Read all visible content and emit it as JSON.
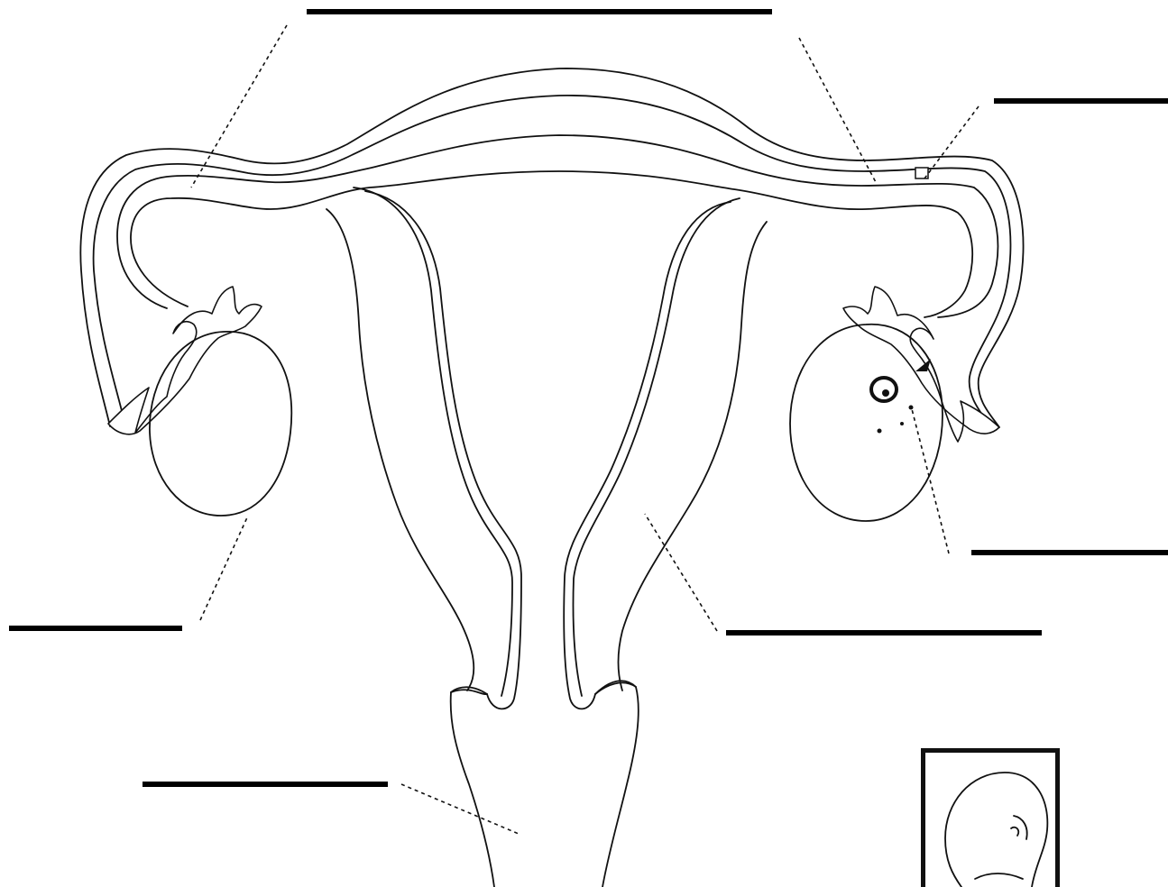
{
  "diagram": {
    "labels": [
      {
        "id": "top",
        "text": ""
      },
      {
        "id": "upper-right",
        "text": ""
      },
      {
        "id": "right",
        "text": ""
      },
      {
        "id": "middle-right",
        "text": ""
      },
      {
        "id": "left",
        "text": ""
      },
      {
        "id": "bottom-left",
        "text": ""
      }
    ]
  },
  "colors": {
    "line": "#111111",
    "background": "#ffffff"
  }
}
